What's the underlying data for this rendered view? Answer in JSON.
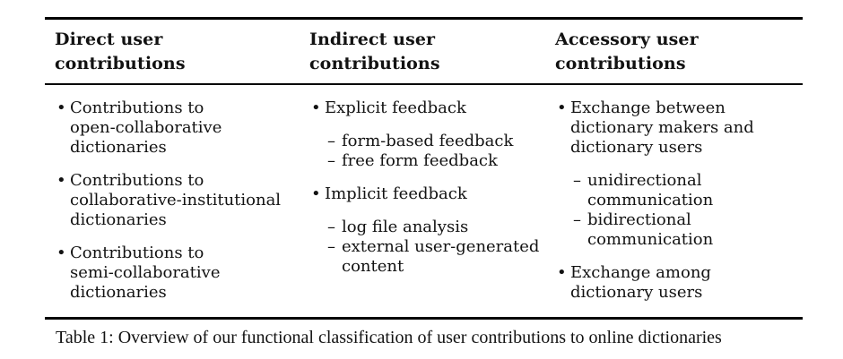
{
  "colors": {
    "background": "#ffffff",
    "text": "#121212",
    "rule": "#000000"
  },
  "markers": {
    "bullet": "•",
    "dash": "–"
  },
  "table": {
    "columns": [
      {
        "header_lines": [
          "Direct user",
          "contributions"
        ],
        "items": [
          {
            "marker": "•",
            "lines": [
              "Contributions to",
              "open-collaborative",
              "dictionaries"
            ]
          },
          {
            "marker": "•",
            "lines": [
              "Contributions to",
              "collaborative-institutional",
              "dictionaries"
            ]
          },
          {
            "marker": "•",
            "lines": [
              "Contributions to",
              "semi-collaborative",
              "dictionaries"
            ]
          }
        ]
      },
      {
        "header_lines": [
          "Indirect user",
          "contributions"
        ],
        "items": [
          {
            "marker": "•",
            "lines": [
              "Explicit feedback"
            ]
          },
          {
            "marker": "–",
            "lines": [
              "form-based feedback"
            ]
          },
          {
            "marker": "–",
            "lines": [
              "free form feedback"
            ]
          },
          {
            "marker": "•",
            "lines": [
              "Implicit feedback"
            ]
          },
          {
            "marker": "–",
            "lines": [
              "log file analysis"
            ]
          },
          {
            "marker": "–",
            "lines": [
              "external user-generated",
              "content"
            ]
          }
        ]
      },
      {
        "header_lines": [
          "Accessory user",
          "contributions"
        ],
        "items": [
          {
            "marker": "•",
            "lines": [
              "Exchange between",
              "dictionary makers and",
              "dictionary users"
            ]
          },
          {
            "marker": "–",
            "lines": [
              "unidirectional",
              "communication"
            ]
          },
          {
            "marker": "–",
            "lines": [
              "bidirectional",
              "communication"
            ]
          },
          {
            "marker": "•",
            "lines": [
              "Exchange among",
              "dictionary users"
            ]
          }
        ]
      }
    ]
  },
  "caption": "Table 1: Overview of our functional classification of user contributions to online dictionaries"
}
